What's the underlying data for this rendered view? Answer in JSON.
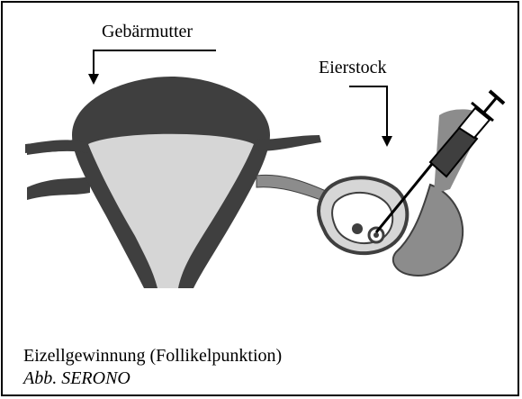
{
  "figure": {
    "labels": {
      "uterus": "Gebärmutter",
      "ovary": "Eierstock"
    },
    "caption": {
      "title": "Eizellgewinnung (Follikelpunktion)",
      "credit": "Abb. SERONO"
    }
  },
  "colors": {
    "ink": "#000000",
    "dark_tissue": "#3f3f3f",
    "light_tissue": "#d6d6d6",
    "mid_tissue": "#8c8c8c",
    "background": "#ffffff"
  }
}
